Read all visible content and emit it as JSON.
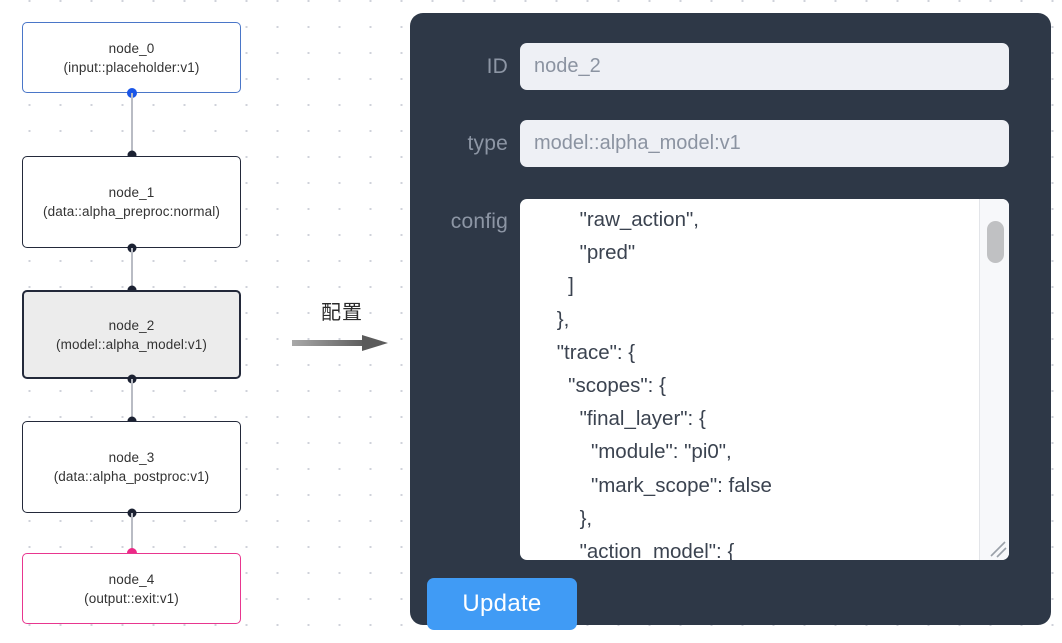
{
  "canvas": {
    "graph_nodes": [
      {
        "id": "node_0",
        "title": "node_0",
        "subtitle": "(input::placeholder:v1)",
        "style": "input",
        "accent": "#4a76c8"
      },
      {
        "id": "node_1",
        "title": "node_1",
        "subtitle": "(data::alpha_preproc:normal)",
        "style": "plain",
        "accent": "#23293a"
      },
      {
        "id": "node_2",
        "title": "node_2",
        "subtitle": "(model::alpha_model:v1)",
        "style": "selected",
        "accent": "#23293a"
      },
      {
        "id": "node_3",
        "title": "node_3",
        "subtitle": "(data::alpha_postproc:v1)",
        "style": "plain",
        "accent": "#23293a"
      },
      {
        "id": "node_4",
        "title": "node_4",
        "subtitle": "(output::exit:v1)",
        "style": "output",
        "accent": "#e8368f"
      }
    ],
    "annotation": {
      "label": "配置",
      "arrow": "right-arrow-icon"
    }
  },
  "panel": {
    "fields": {
      "id": {
        "label": "ID",
        "value": "node_2"
      },
      "type": {
        "label": "type",
        "value": "model::alpha_model:v1"
      },
      "config": {
        "label": "config",
        "value": "        \"raw_action\",\n        \"pred\"\n      ]\n    },\n    \"trace\": {\n      \"scopes\": {\n        \"final_layer\": {\n          \"module\": \"pi0\",\n          \"mark_scope\": false\n        },\n        \"action_model\": {"
      }
    },
    "update_button": {
      "label": "Update"
    },
    "colors": {
      "panel_bg": "#2e3847",
      "field_bg": "#eef0f5",
      "accent_button": "#409bf5",
      "label_text": "#8d96a5"
    }
  }
}
